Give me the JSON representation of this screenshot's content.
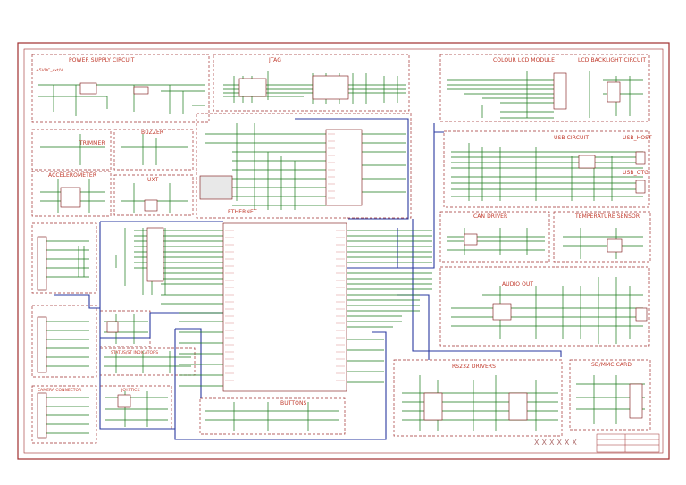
{
  "blocks": {
    "power": "POWER SUPPLY CIRCUIT",
    "jtag": "JTAG",
    "lcd": "COLOUR LCD MODULE",
    "backlight": "LCD BACKLIGHT CIRCUIT",
    "trimmer": "TRIMMER",
    "buzzer": "BUZZER",
    "usb": "USB CIRCUIT",
    "usb_host": "USB_HOST",
    "accelerometer": "ACCELEROMETER",
    "uxt": "UXT",
    "usb_otg": "USB_OTG",
    "ethernet": "ETHERNET",
    "can": "CAN DRIVER",
    "temperature": "TEMPERATURE SENSOR",
    "audio": "AUDIO OUT",
    "rs232": "RS232 DRIVERS",
    "sdmmc": "SD/MMC CARD",
    "buttons": "BUTTONS",
    "joystick": "JOYSTICK",
    "status": "STATUS/ST INDICATORS",
    "camera": "CAMERA CONNECTOR"
  },
  "net_label": "+5VDC_ext/V",
  "marks": "XXXXXX",
  "colors": {
    "frame": "#a03030",
    "block_border": "#a03030",
    "wire": "#1a7a1a",
    "bus": "#2a3aa0",
    "label": "#c0392b",
    "mcu_fill": "#ffffff"
  }
}
